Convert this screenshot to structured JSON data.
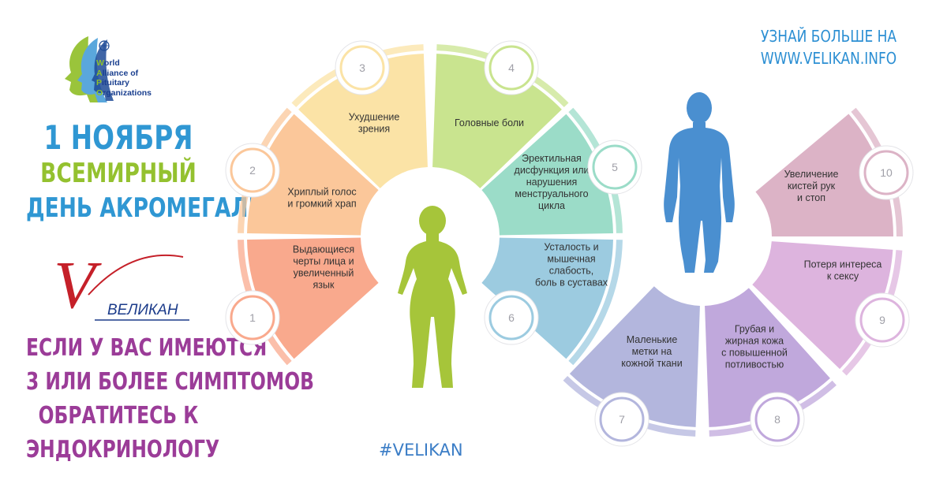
{
  "organization": {
    "lines": [
      {
        "initial": "W",
        "rest": "orld"
      },
      {
        "initial": "A",
        "rest": "lliance of"
      },
      {
        "initial": "P",
        "rest": "ituitary"
      },
      {
        "initial": "O",
        "rest": "rganizations"
      }
    ]
  },
  "headline": {
    "date": "1 НОЯБРЯ",
    "line2": "ВСЕМИРНЫЙ",
    "line3": "ДЕНЬ АКРОМЕГАЛИИ"
  },
  "brand": {
    "letter": "V",
    "word": "ВЕЛИКАН"
  },
  "callout": {
    "line1": "ЕСЛИ У ВАС ИМЕЮТСЯ",
    "line2": "3 ИЛИ БОЛЕЕ СИМПТОМОВ",
    "line3": "ОБРАТИТЕСЬ К",
    "line4": "ЭНДОКРИНОЛОГУ"
  },
  "more_info": {
    "line1": "УЗНАЙ БОЛЬШЕ НА",
    "line2": "WWW.VELIKAN.INFO"
  },
  "hashtag": "#VELIKAN",
  "colors": {
    "blue_title": "#2f97d3",
    "green_title": "#94c12f",
    "purple_title": "#9b3c98",
    "female_figure": "#a6c53a",
    "male_figure": "#4a8fd0"
  },
  "wheels": [
    {
      "name": "female",
      "segments": [
        {
          "number": "1",
          "label": [
            "Выдающиеся",
            "черты лица и",
            "увеличенный",
            "язык"
          ],
          "color": "#f9a98d"
        },
        {
          "number": "2",
          "label": [
            "Хриплый голос",
            "и громкий храп"
          ],
          "color": "#fbc79a"
        },
        {
          "number": "3",
          "label": [
            "Ухудшение",
            "зрения"
          ],
          "color": "#fbe3a6"
        },
        {
          "number": "4",
          "label": [
            "Головные боли"
          ],
          "color": "#c9e48f"
        },
        {
          "number": "5",
          "label": [
            "Эректильная",
            "дисфункция или",
            "нарушения",
            "менструального",
            "цикла"
          ],
          "color": "#9bdcc8"
        },
        {
          "number": "6",
          "label": [
            "Усталость и",
            "мышечная",
            "слабость,",
            "боль в суставах"
          ],
          "color": "#9ccbe0"
        }
      ]
    },
    {
      "name": "male",
      "segments": [
        {
          "number": "7",
          "label": [
            "Маленькие",
            "метки на",
            "кожной ткани"
          ],
          "color": "#b3b6dd"
        },
        {
          "number": "8",
          "label": [
            "Грубая и",
            "жирная кожа",
            "с повышенной",
            "потливостью"
          ],
          "color": "#c0a8dc"
        },
        {
          "number": "9",
          "label": [
            "Потеря интереса",
            "к сексу"
          ],
          "color": "#ddb4de"
        },
        {
          "number": "10",
          "label": [
            "Увеличение",
            "кистей рук",
            "и стоп"
          ],
          "color": "#dcb3c6"
        }
      ]
    }
  ]
}
